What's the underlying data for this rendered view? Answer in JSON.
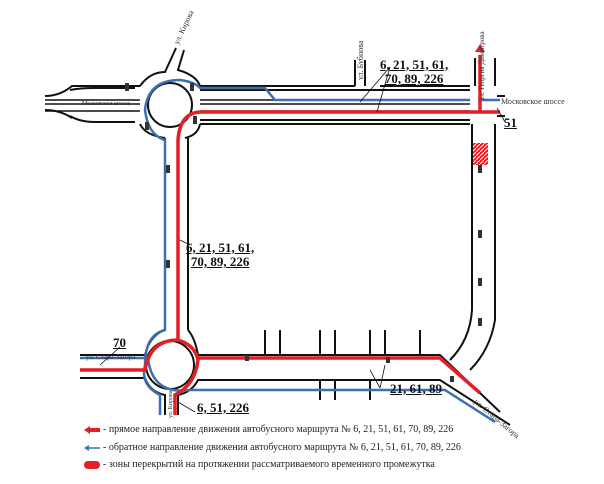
{
  "route_labels": {
    "top": [
      "6, 21, 51, 61,",
      "70, 89, 226"
    ],
    "middle": [
      "6, 21, 51, 61,",
      "70, 89, 226"
    ],
    "right_51": "51",
    "left_70": "70",
    "bottom_left": "6, 51, 226",
    "bottom_right": "21, 61, 89"
  },
  "streets": {
    "top_left": "ул. Кирова",
    "highway_left": "Московское шоссе",
    "bubnova": "ул. Бубнова",
    "dimitrova": "ул. Георгия Димитрова",
    "highway_right": "Московское шоссе",
    "stara_zagora_left": "ул. Стара-Загора",
    "stara_zagora_right": "ул. Стара-Загора",
    "bottom": "ул. Кирова"
  },
  "legend": [
    {
      "text": "- прямое направление движения автобусного маршрута № 6, 21, 51, 61, 70, 89, 226",
      "color": "#e31e24"
    },
    {
      "text": "- обратное направление движения автобусного маршрута № 6, 21, 51, 61, 70, 89, 226",
      "color": "#3a6fb0"
    },
    {
      "text": "- зоны перекрытий на протяжении рассматриваемого временного промежутка",
      "color": "#e31e24"
    }
  ]
}
